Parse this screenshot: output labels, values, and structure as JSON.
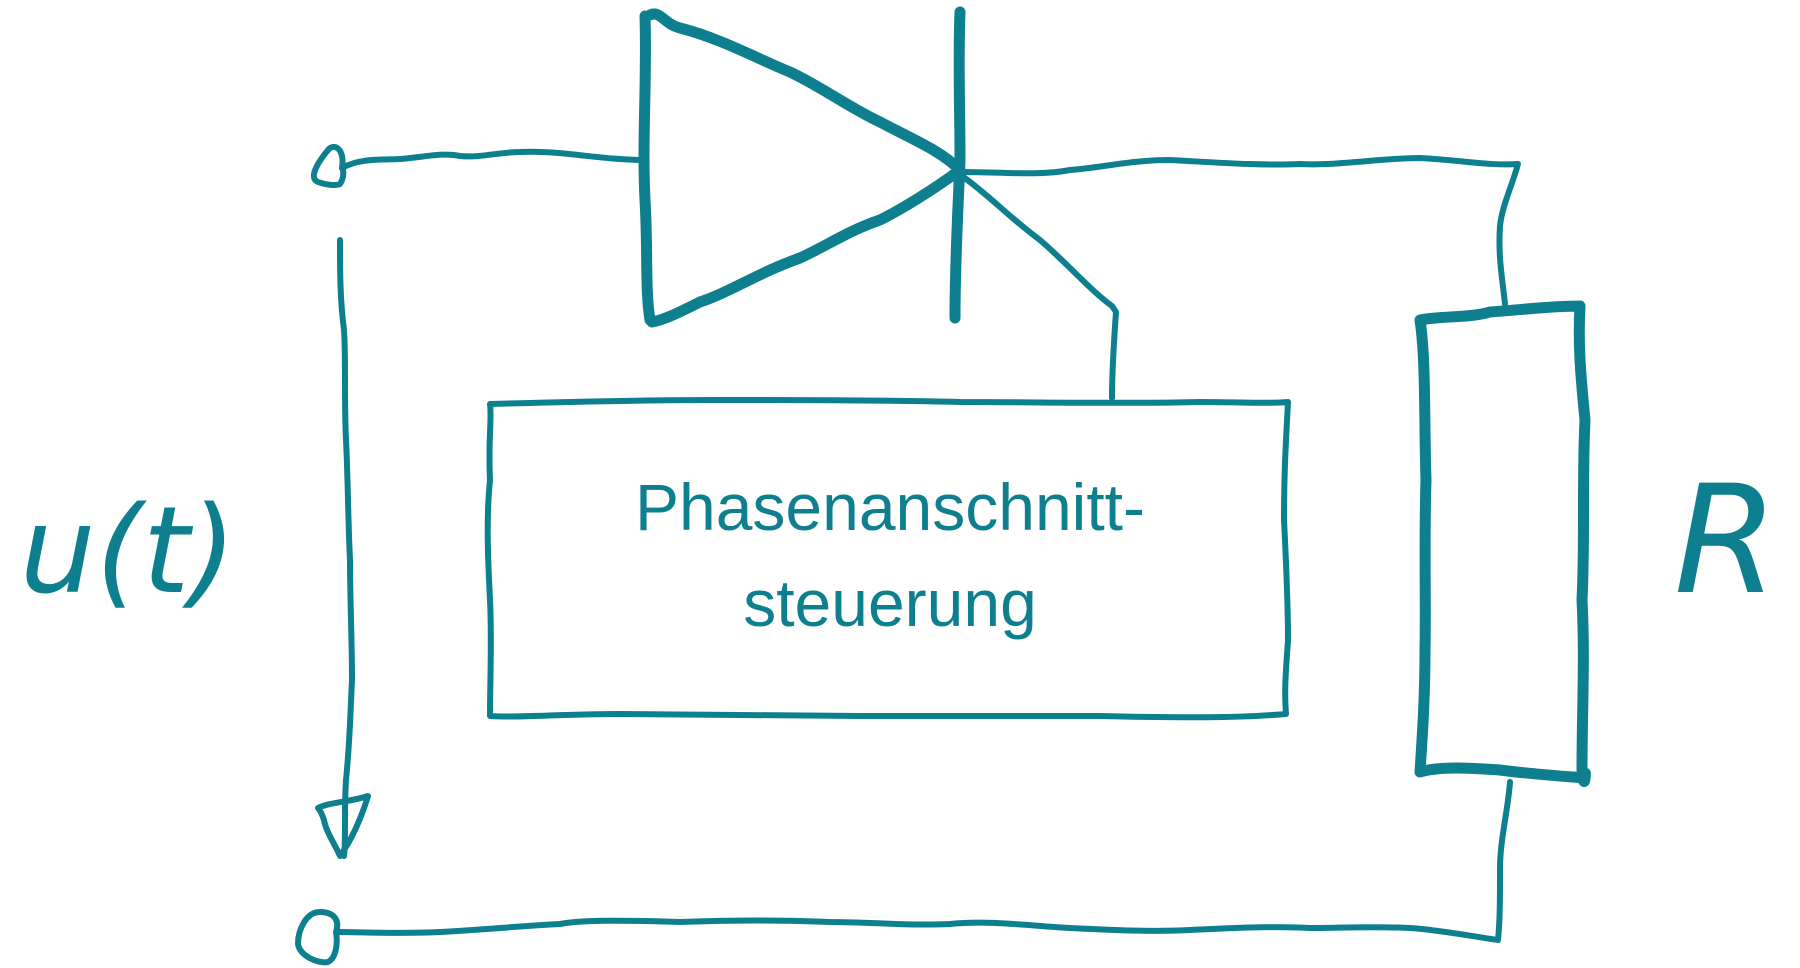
{
  "diagram": {
    "stroke_color": "#0e7f8e",
    "background": "#ffffff",
    "control_block": {
      "line1": "Phasenanschnitt-",
      "line2": "steuerung"
    },
    "voltage_label": "u(t)",
    "resistor_label": "R",
    "thyristor": "thyristor"
  }
}
